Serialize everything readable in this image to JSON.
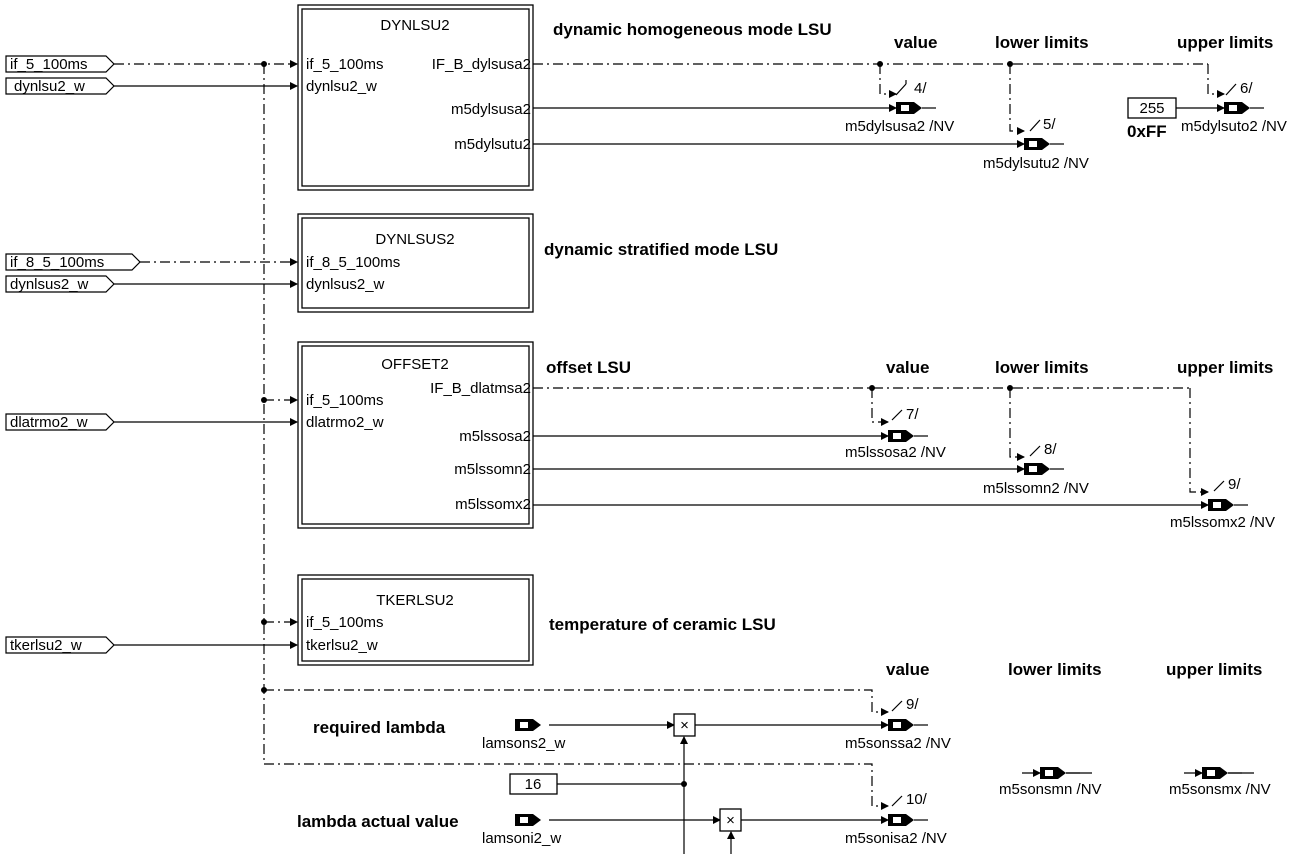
{
  "inputs": {
    "if_5_100ms": "if_5_100ms",
    "dynlsu2_w": "dynlsu2_w",
    "if_8_5_100ms": "if_8_5_100ms",
    "dynlsus2_w": "dynlsus2_w",
    "dlatrmo2_w": "dlatrmo2_w",
    "tkerlsu2_w": "tkerlsu2_w"
  },
  "blocks": {
    "dynlsu2": {
      "title": "DYNLSU2",
      "in1": "if_5_100ms",
      "in2": "dynlsu2_w",
      "out1": "IF_B_dylsusa2",
      "out2": "m5dylsusa2",
      "out3": "m5dylsutu2"
    },
    "dynlsus2": {
      "title": "DYNLSUS2",
      "in1": "if_8_5_100ms",
      "in2": "dynlsus2_w"
    },
    "offset2": {
      "title": "OFFSET2",
      "in1": "if_5_100ms",
      "in2": "dlatrmo2_w",
      "out1": "IF_B_dlatmsa2",
      "out2": "m5lssosa2",
      "out3": "m5lssomn2",
      "out4": "m5lssomx2"
    },
    "tkerlsu2": {
      "title": "TKERLSU2",
      "in1": "if_5_100ms",
      "in2": "tkerlsu2_w"
    }
  },
  "section_titles": {
    "homogeneous": "dynamic homogeneous mode LSU",
    "stratified": "dynamic stratified mode LSU",
    "offset": "offset LSU",
    "ceramic": "temperature of ceramic LSU"
  },
  "column_headers": {
    "value": "value",
    "lower": "lower limits",
    "upper": "upper limits"
  },
  "constants": {
    "c255": "255",
    "c255_hex": "0xFF",
    "c16": "16"
  },
  "outputs": {
    "m5dylsusa2": "m5dylsusa2 /NV",
    "m5dylsutu2": "m5dylsutu2 /NV",
    "m5dylsuto2": "m5dylsuto2 /NV",
    "m5lssosa2": "m5lssosa2 /NV",
    "m5lssomn2": "m5lssomn2 /NV",
    "m5lssomx2": "m5lssomx2 /NV",
    "m5sonssa2": "m5sonssa2 /NV",
    "m5sonsmn": "m5sonsmn /NV",
    "m5sonsmx": "m5sonsmx /NV",
    "m5sonisa2": "m5sonisa2 /NV"
  },
  "sequence": {
    "s4": "4/",
    "s5": "5/",
    "s6": "6/",
    "s7": "7/",
    "s8": "8/",
    "s9a": "9/",
    "s9b": "9/",
    "s10": "10/"
  },
  "lambda": {
    "required_label": "required lambda",
    "required_input": "lamsons2_w",
    "actual_label": "lambda actual value",
    "actual_input": "lamsoni2_w",
    "multiply": "×"
  }
}
